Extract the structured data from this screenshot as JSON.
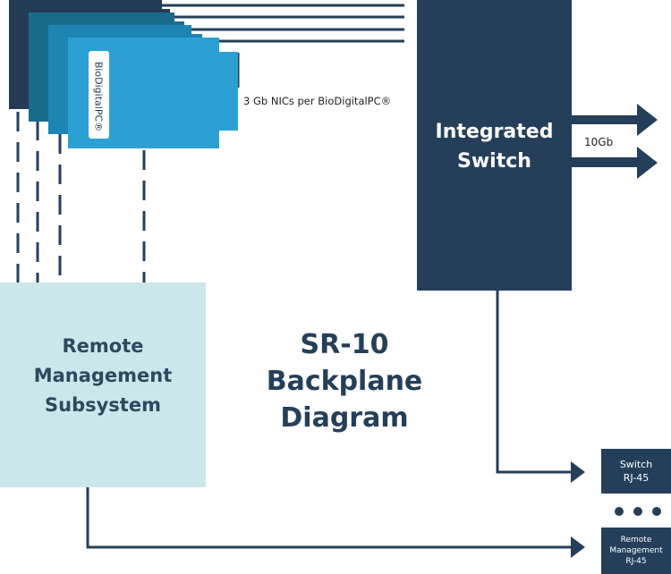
{
  "title": "SR-10\nBackplane\nDiagram",
  "integrated_switch": {
    "label": "Integrated\nSwitch"
  },
  "remote_management": {
    "label": "Remote\nManagement\nSubsystem"
  },
  "pc_module": {
    "label": "BioDigitalPC®",
    "count_visible": 4
  },
  "nic_label": "3 Gb NICs per BioDigitalPC®",
  "uplink_label": "10Gb",
  "ports": {
    "switch": "Switch\nRJ-45",
    "remote": "Remote\nManagement\nRJ-45"
  },
  "colors": {
    "navy": "#253f5a",
    "light_cyan": "#cbe7ec",
    "blue_bright": "#2ca0d3",
    "blue_mid": "#1c85b3",
    "blue_dark": "#1a6a8c",
    "blue_deepest": "#14506e"
  },
  "icons": {
    "ellipsis": "three-dots-icon",
    "arrow": "arrow-right-icon"
  }
}
